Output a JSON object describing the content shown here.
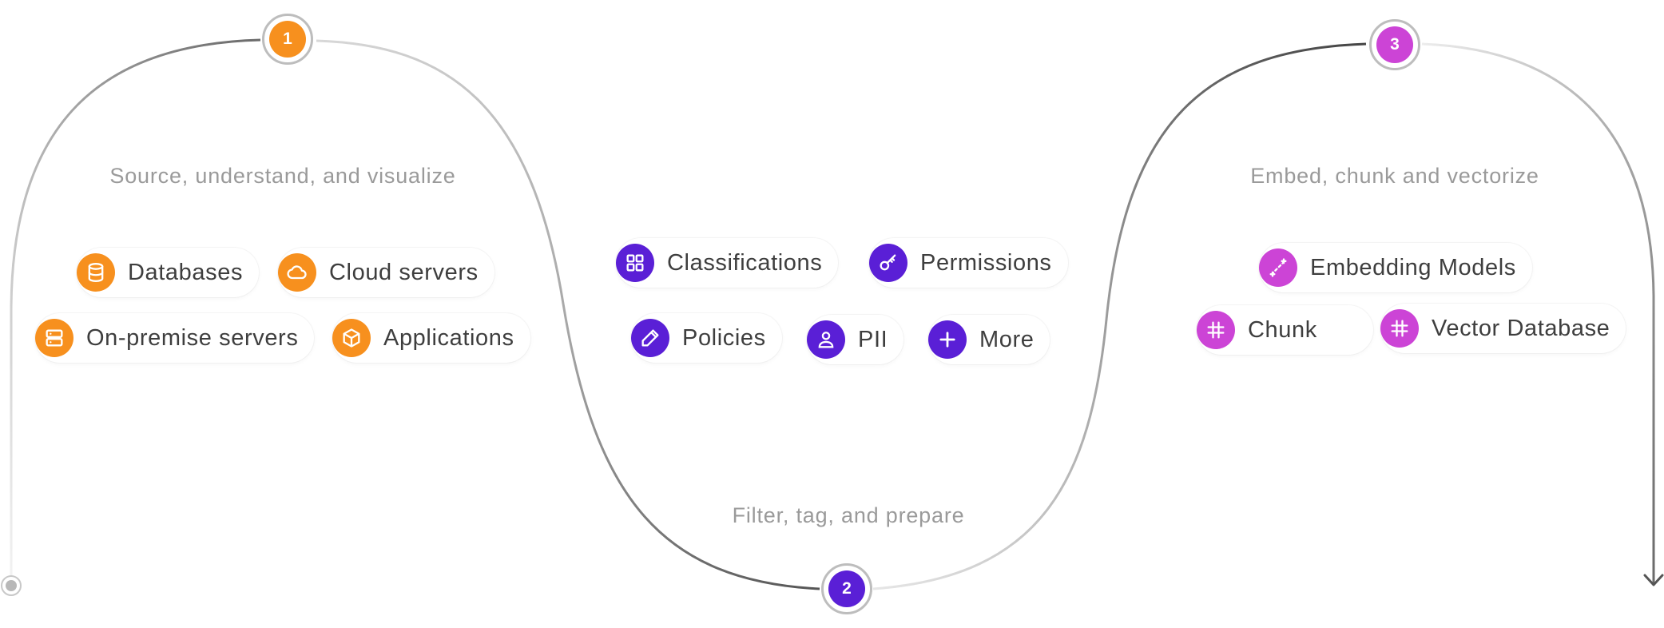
{
  "colors": {
    "orange": "#f7901e",
    "purple": "#5a1fd6",
    "magenta": "#cc44d6"
  },
  "steps": [
    {
      "number": "1",
      "title": "Source, understand, and visualize"
    },
    {
      "number": "2",
      "title": "Filter, tag, and prepare"
    },
    {
      "number": "3",
      "title": "Embed, chunk and vectorize"
    }
  ],
  "stage1": {
    "items": [
      {
        "label": "Databases",
        "icon": "database-icon"
      },
      {
        "label": "Cloud servers",
        "icon": "cloud-icon"
      },
      {
        "label": "On-premise servers",
        "icon": "server-icon"
      },
      {
        "label": "Applications",
        "icon": "box-icon"
      }
    ]
  },
  "stage2": {
    "items": [
      {
        "label": "Classifications",
        "icon": "grid-icon"
      },
      {
        "label": "Permissions",
        "icon": "key-icon"
      },
      {
        "label": "Policies",
        "icon": "pencil-icon"
      },
      {
        "label": "PII",
        "icon": "user-icon"
      },
      {
        "label": "More",
        "icon": "plus-icon"
      }
    ]
  },
  "stage3": {
    "items": [
      {
        "label": "Embedding Models",
        "icon": "sparkle-line-icon"
      },
      {
        "label": "Chunk",
        "icon": "hash-icon"
      },
      {
        "label": "Vector Database",
        "icon": "hash-icon"
      }
    ]
  }
}
